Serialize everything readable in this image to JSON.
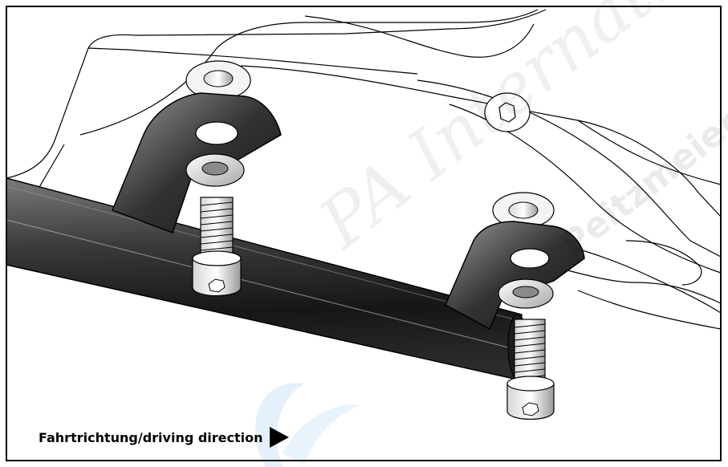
{
  "caption": {
    "text": "Fahrtrichtung/driving direction"
  },
  "watermark": {
    "text": "PA International",
    "secondary": "Peitzmeier Co"
  },
  "colors": {
    "frame": "#000000",
    "bar_dark": "#1b1b1b",
    "bar_mid": "#555555",
    "background": "#ffffff",
    "watermark_blue": "#1e88e5"
  }
}
